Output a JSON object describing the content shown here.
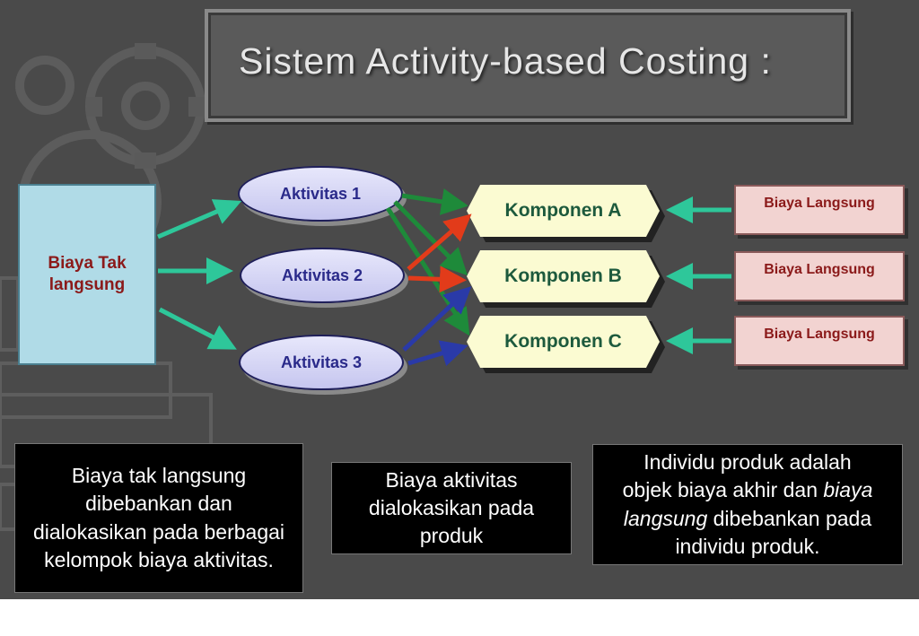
{
  "title": "Sistem Activity-based Costing :",
  "indirect_cost": "Biaya Tak\nlangsung",
  "activities": [
    "Aktivitas 1",
    "Aktivitas 2",
    "Aktivitas 3"
  ],
  "components": [
    "Komponen A",
    "Komponen B",
    "Komponen C"
  ],
  "direct_costs": [
    "Biaya Langsung",
    "Biaya Langsung",
    "Biaya Langsung"
  ],
  "notes": {
    "left": "Biaya tak langsung dibebankan dan dialokasikan pada berbagai kelompok biaya aktivitas.",
    "middle": "Biaya aktivitas dialokasikan pada produk",
    "right_line1": "Individu produk adalah",
    "right_line2_a": "objek biaya akhir dan ",
    "right_line2_b": "biaya",
    "right_line3_a": "langsung",
    "right_line3_b": " dibebankan pada",
    "right_line4": "individu produk."
  },
  "colors": {
    "green_arrow": "#1e8a3a",
    "teal_arrow": "#2ec79a",
    "red_arrow": "#e23b1a",
    "blue_arrow": "#2a3aa8"
  }
}
